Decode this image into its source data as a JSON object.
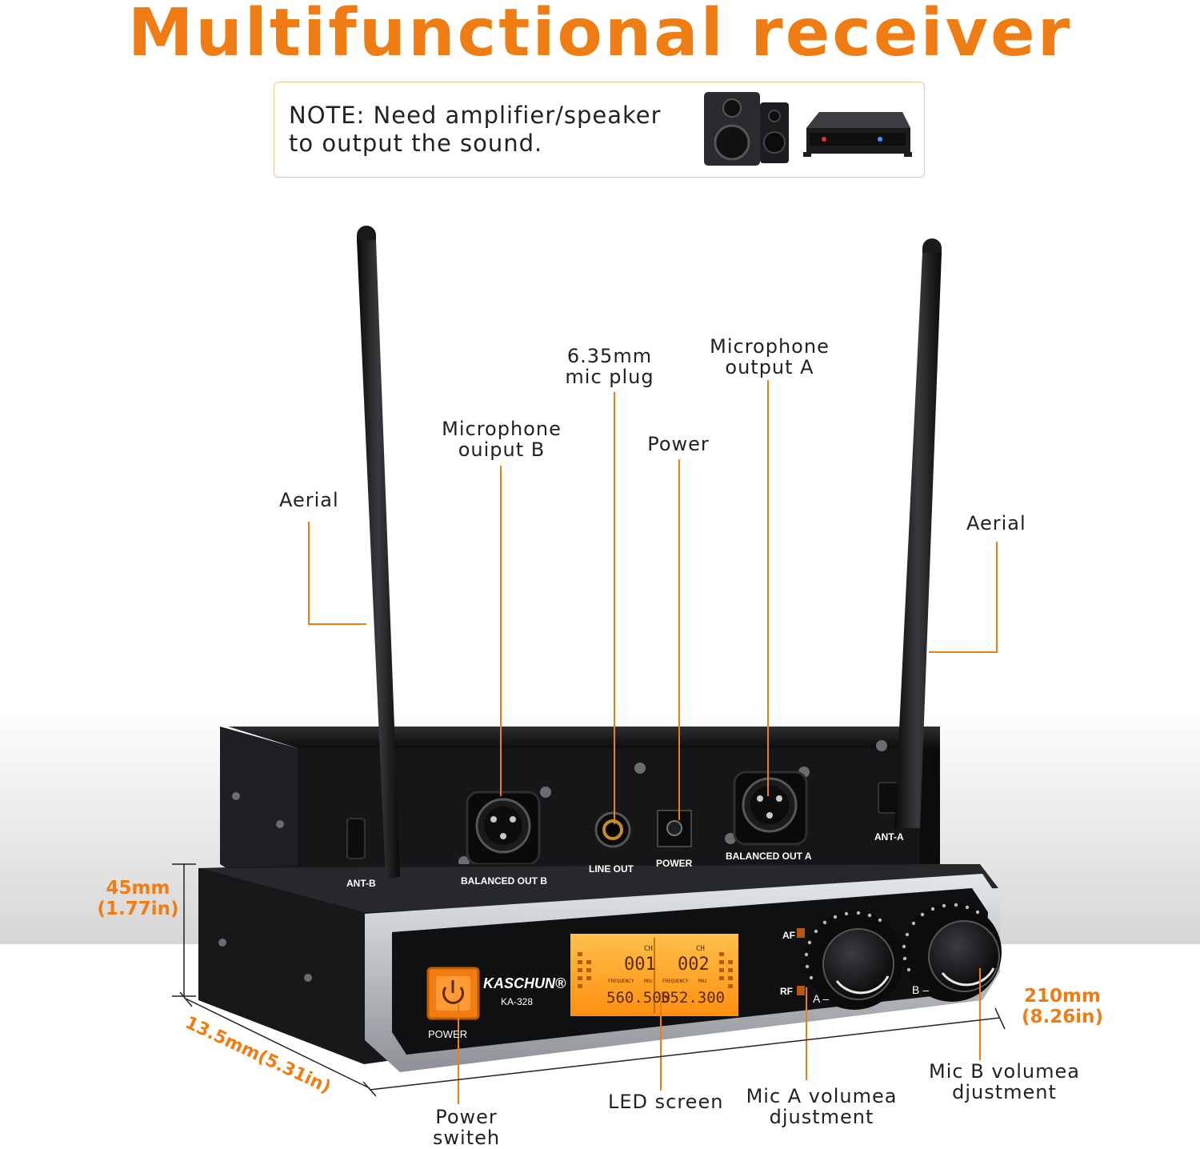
{
  "title": "Multifunctional receiver",
  "note": {
    "line1": "NOTE: Need amplifier/speaker",
    "line2": "to output the sound."
  },
  "colors": {
    "accent": "#f07d13",
    "callout_line": "#f07d13",
    "note_border": "#f2c18f",
    "lcd": "#ff9f1c",
    "chassis": "#121315",
    "faceplate": "#c8ccd1"
  },
  "callouts": {
    "aerial_left": "Aerial",
    "aerial_right": "Aerial",
    "mic_out_b": [
      "Microphone",
      "ouiput B"
    ],
    "mic_plug": [
      "6.35mm",
      "mic plug"
    ],
    "power": "Power",
    "mic_out_a": [
      "Microphone",
      "output A"
    ],
    "led_screen": "LED screen",
    "mic_a_volume": [
      "Mic A volumea",
      "djustment"
    ],
    "mic_b_volume": [
      "Mic B volumea",
      "djustment"
    ],
    "power_switch": [
      "Power",
      "switeh"
    ]
  },
  "dimensions": {
    "height": [
      "45mm",
      "(1.77in)"
    ],
    "width": [
      "210mm",
      "(8.26in)"
    ],
    "depth": "13.5mm(5.31in)"
  },
  "rear_panel": {
    "ant_b": "ANT-B",
    "ant_a": "ANT-A",
    "balanced_out_b": "BALANCED OUT B",
    "line_out": "LINE OUT",
    "power": "POWER",
    "balanced_out_a": "BALANCED OUT A"
  },
  "front_panel": {
    "brand": "KASCHUN®",
    "model": "KA-328",
    "power_label": "POWER",
    "af": "AF",
    "rf": "RF",
    "knob_a": "A –",
    "knob_b": "B –",
    "lcd": {
      "ch_label": "CH",
      "ch_a": "001",
      "ch_b": "002",
      "freq_label": "FREQUENCY",
      "mhz": "MHz",
      "freq_a": "560.500",
      "freq_b": "552.300"
    }
  },
  "icons": [
    "power-icon",
    "speaker-icon",
    "amplifier-icon",
    "antenna-icon",
    "xlr-connector-icon",
    "volume-knob-icon"
  ]
}
